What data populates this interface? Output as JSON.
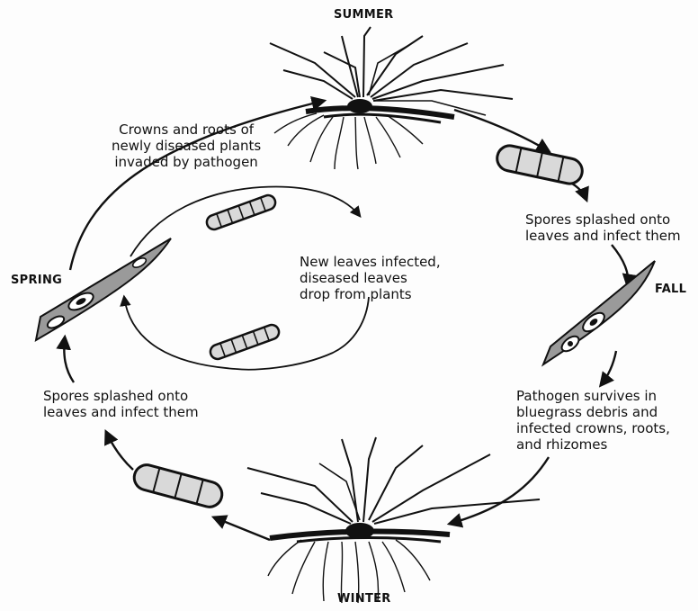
{
  "seasons": {
    "summer": "SUMMER",
    "fall": "FALL",
    "winter": "WINTER",
    "spring": "SPRING"
  },
  "labels": {
    "crowns_invaded": "Crowns and roots of\nnewly diseased plants\ninvaded by pathogen",
    "spores_splashed_top": "Spores splashed onto\nleaves and infect them",
    "new_leaves_infected": "New leaves infected,\ndiseased leaves\ndrop from plants",
    "pathogen_survives": "Pathogen survives in\nbluegrass debris and\ninfected crowns, roots,\nand rhizomes",
    "spores_splashed_bottom": "Spores splashed onto\nleaves and infect them"
  },
  "colors": {
    "ink": "#111111",
    "spore_fill": "#d9d9d9",
    "leaf_fill": "#9a9a9a"
  }
}
